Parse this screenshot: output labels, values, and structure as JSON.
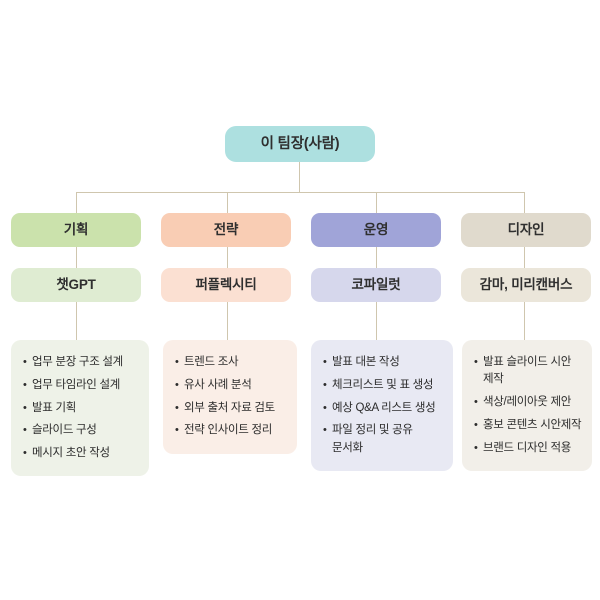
{
  "diagram": {
    "type": "organization-tree",
    "root": {
      "label": "이 팀장(사람)",
      "color": "#ade0e0"
    },
    "branches": [
      {
        "key": "planning",
        "department": "기획",
        "tool": "챗GPT",
        "dept_color": "#cbe2ac",
        "tool_color": "#dfecd2",
        "panel_color": "#eef2e8",
        "tasks": [
          "업무 분장 구조 설계",
          "업무 타임라인 설계",
          "발표 기획",
          "슬라이드 구성",
          "메시지 초안 작성"
        ]
      },
      {
        "key": "strategy",
        "department": "전략",
        "tool": "퍼플렉시티",
        "dept_color": "#f9cdb4",
        "tool_color": "#fbe0d2",
        "panel_color": "#faeee7",
        "tasks": [
          "트렌드 조사",
          "유사 사례 분석",
          "외부 출처 자료 검토",
          "전략 인사이트 정리"
        ]
      },
      {
        "key": "operations",
        "department": "운영",
        "tool": "코파일럿",
        "dept_color": "#a0a4d8",
        "tool_color": "#d6d7ec",
        "panel_color": "#e8e9f3",
        "tasks": [
          "발표 대본 작성",
          "체크리스트 및 표 생성",
          "예상 Q&A 리스트 생성",
          "파일 정리 및 공유 문서화"
        ]
      },
      {
        "key": "design",
        "department": "디자인",
        "tool": "감마, 미리캔버스",
        "dept_color": "#e0dacd",
        "tool_color": "#ebe6da",
        "panel_color": "#f2efe9",
        "tasks": [
          "발표 슬라이드 시안 제작",
          "색상/레이아웃 제안",
          "홍보 콘텐츠 시안제작",
          "브랜드 디자인 적용"
        ]
      }
    ],
    "connector_color": "#cfc6ae"
  }
}
